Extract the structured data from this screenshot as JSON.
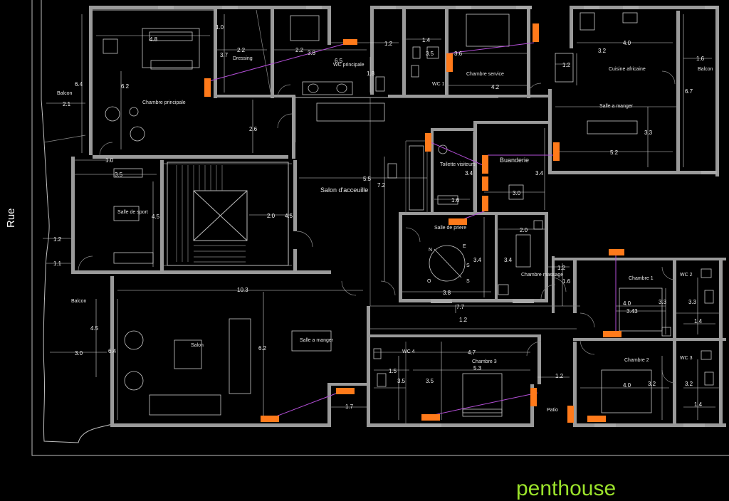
{
  "title": "penthouse",
  "street_label": "Rue",
  "colors": {
    "background": "#000000",
    "walls": "#9a9a9a",
    "devices": "#ff7a1a",
    "wiring": "#b44fd8",
    "title": "#9be22b",
    "text": "#e6e6e6"
  },
  "rooms": {
    "chambre_principale": "Chambre principale",
    "dressing": "Dressing",
    "wc_principale": "WC principale",
    "chambre_service": "Chambre service",
    "wc1": "WC 1",
    "cuisine": "Cuisine africaine",
    "balcon_ne": "Balcon",
    "salle_manger_ne": "Salle a manger",
    "balcon_w": "Balcon",
    "salle_sport": "Salle de sport",
    "toilette": "Toilette visiteurs",
    "buanderie": "Buanderie",
    "salon_accueil": "Salon d'acceuille",
    "salle_priere": "Salle de priere",
    "chambre_massage": "Chambre massage",
    "chambre1": "Chambre 1",
    "wc2": "WC 2",
    "balcon_sw": "Balcon",
    "salon": "Salon",
    "salle_manger_s": "Salle a manger",
    "wc4": "WC 4",
    "chambre3": "Chambre 3",
    "patio": "Patio",
    "chambre2": "Chambre 2",
    "wc3": "WC 3"
  },
  "dims": {
    "d48": "4.8",
    "d10a": "1.0",
    "d22a": "2.2",
    "d37": "3.7",
    "d22b": "2.2",
    "d38a": "3.8",
    "d65a": "6.5",
    "d12a": "1.2",
    "d18": "1.8",
    "d14a": "1.4",
    "d35a": "3.5",
    "d36": "3.6",
    "d42": "4.2",
    "d40a": "4.0",
    "d32a": "3.2",
    "d16a": "1.6",
    "d12b": "1.2",
    "d67": "6.7",
    "d64a": "6.4",
    "d21": "2.1",
    "d62a": "6.2",
    "d26": "2.6",
    "d33a": "3.3",
    "d52": "5.2",
    "d10b": "1.0",
    "d35b": "3.5",
    "d45a": "4.5",
    "d20a": "2.0",
    "d45b": "4.5",
    "d55": "5.5",
    "d72": "7.2",
    "d34a": "3.4",
    "d34b": "3.4",
    "d16b": "1.6",
    "d30a": "3.0",
    "d12c": "1.2",
    "d11": "1.1",
    "d20b": "2.0",
    "d34c": "3.4",
    "d34d": "3.4",
    "d38b": "3.8",
    "d12d": "1.2",
    "d16c": "1.6",
    "d103": "10.3",
    "d77": "7.7",
    "d12e": "1.2",
    "d45c": "4.5",
    "d30b": "3.0",
    "d64b": "6.4",
    "d62b": "6.2",
    "d40b": "4.0",
    "d343": "3.43",
    "d33b": "3.3",
    "d33c": "3.3",
    "d14b": "1.4",
    "d47": "4.7",
    "d53": "5.3",
    "d15": "1.5",
    "d35c": "3.5",
    "d35d": "3.5",
    "d12f": "1.2",
    "d17": "1.7",
    "d40c": "4.0",
    "d32b": "3.2",
    "d32c": "3.2",
    "d14c": "1.4"
  }
}
